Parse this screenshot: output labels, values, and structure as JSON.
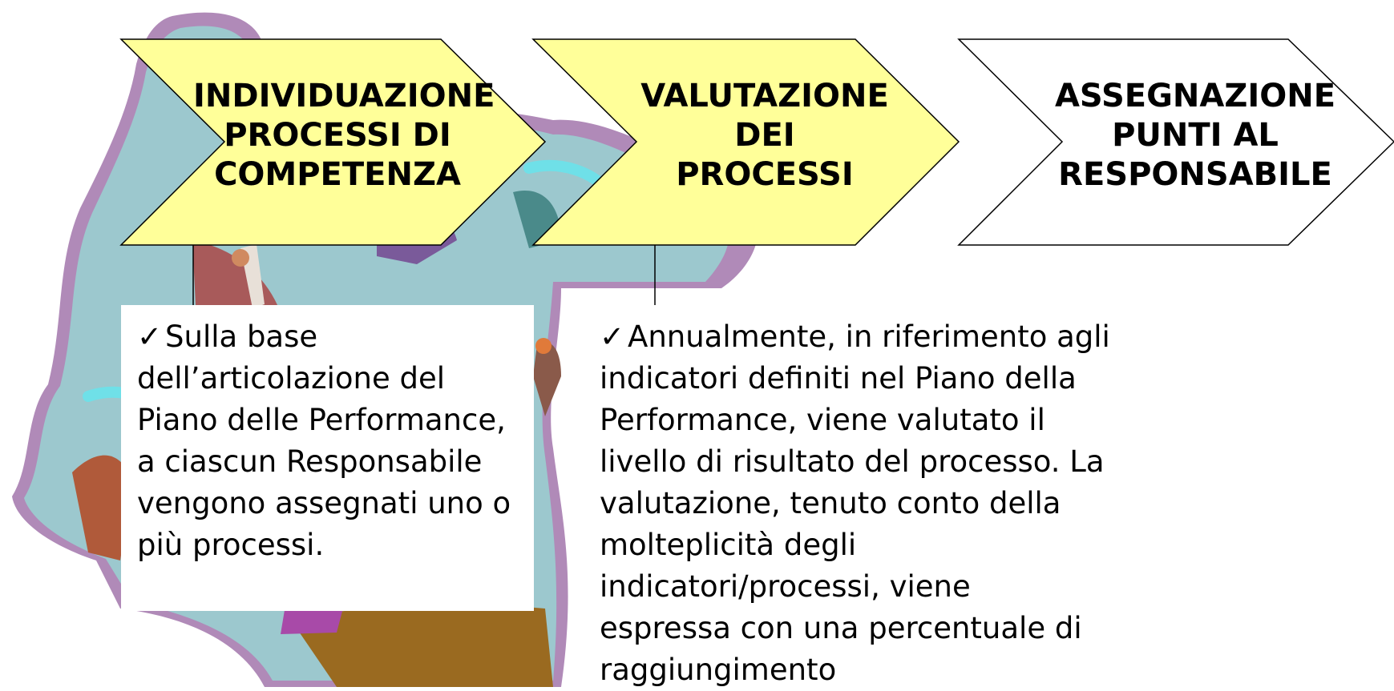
{
  "steps": [
    {
      "label": "INDIVIDUAZIONE\nPROCESSI DI\nCOMPETENZA",
      "fill": "#FFFF99"
    },
    {
      "label": "VALUTAZIONE\nDEI\nPROCESSI",
      "fill": "#FFFF99"
    },
    {
      "label": "ASSEGNAZIONE\nPUNTI AL\nRESPONSABILE",
      "fill": "#FFFFFF"
    }
  ],
  "notes": [
    {
      "check": "✓",
      "lines": [
        "Sulla base",
        "dell’articolazione del",
        "Piano delle Performance,",
        "a ciascun Responsabile",
        "vengono assegnati uno o",
        "più processi."
      ]
    },
    {
      "check": "✓",
      "lines": [
        "Annualmente, in riferimento agli",
        "indicatori definiti nel Piano della",
        "Performance, viene valutato il",
        "livello di risultato del processo. La",
        "valutazione, tenuto conto della",
        "molteplicità degli",
        "indicatori/processi,  viene",
        "espressa con una percentuale di",
        "raggiungimento"
      ]
    }
  ],
  "colors": {
    "chevron_yellow": "#FFFF99",
    "chevron_white": "#FFFFFF",
    "outline": "#000000",
    "clipart_teal": "#9CC8CE",
    "clipart_purple": "#B08AB8"
  },
  "background_image": "decorative clip-art of business people on teal and purple background"
}
